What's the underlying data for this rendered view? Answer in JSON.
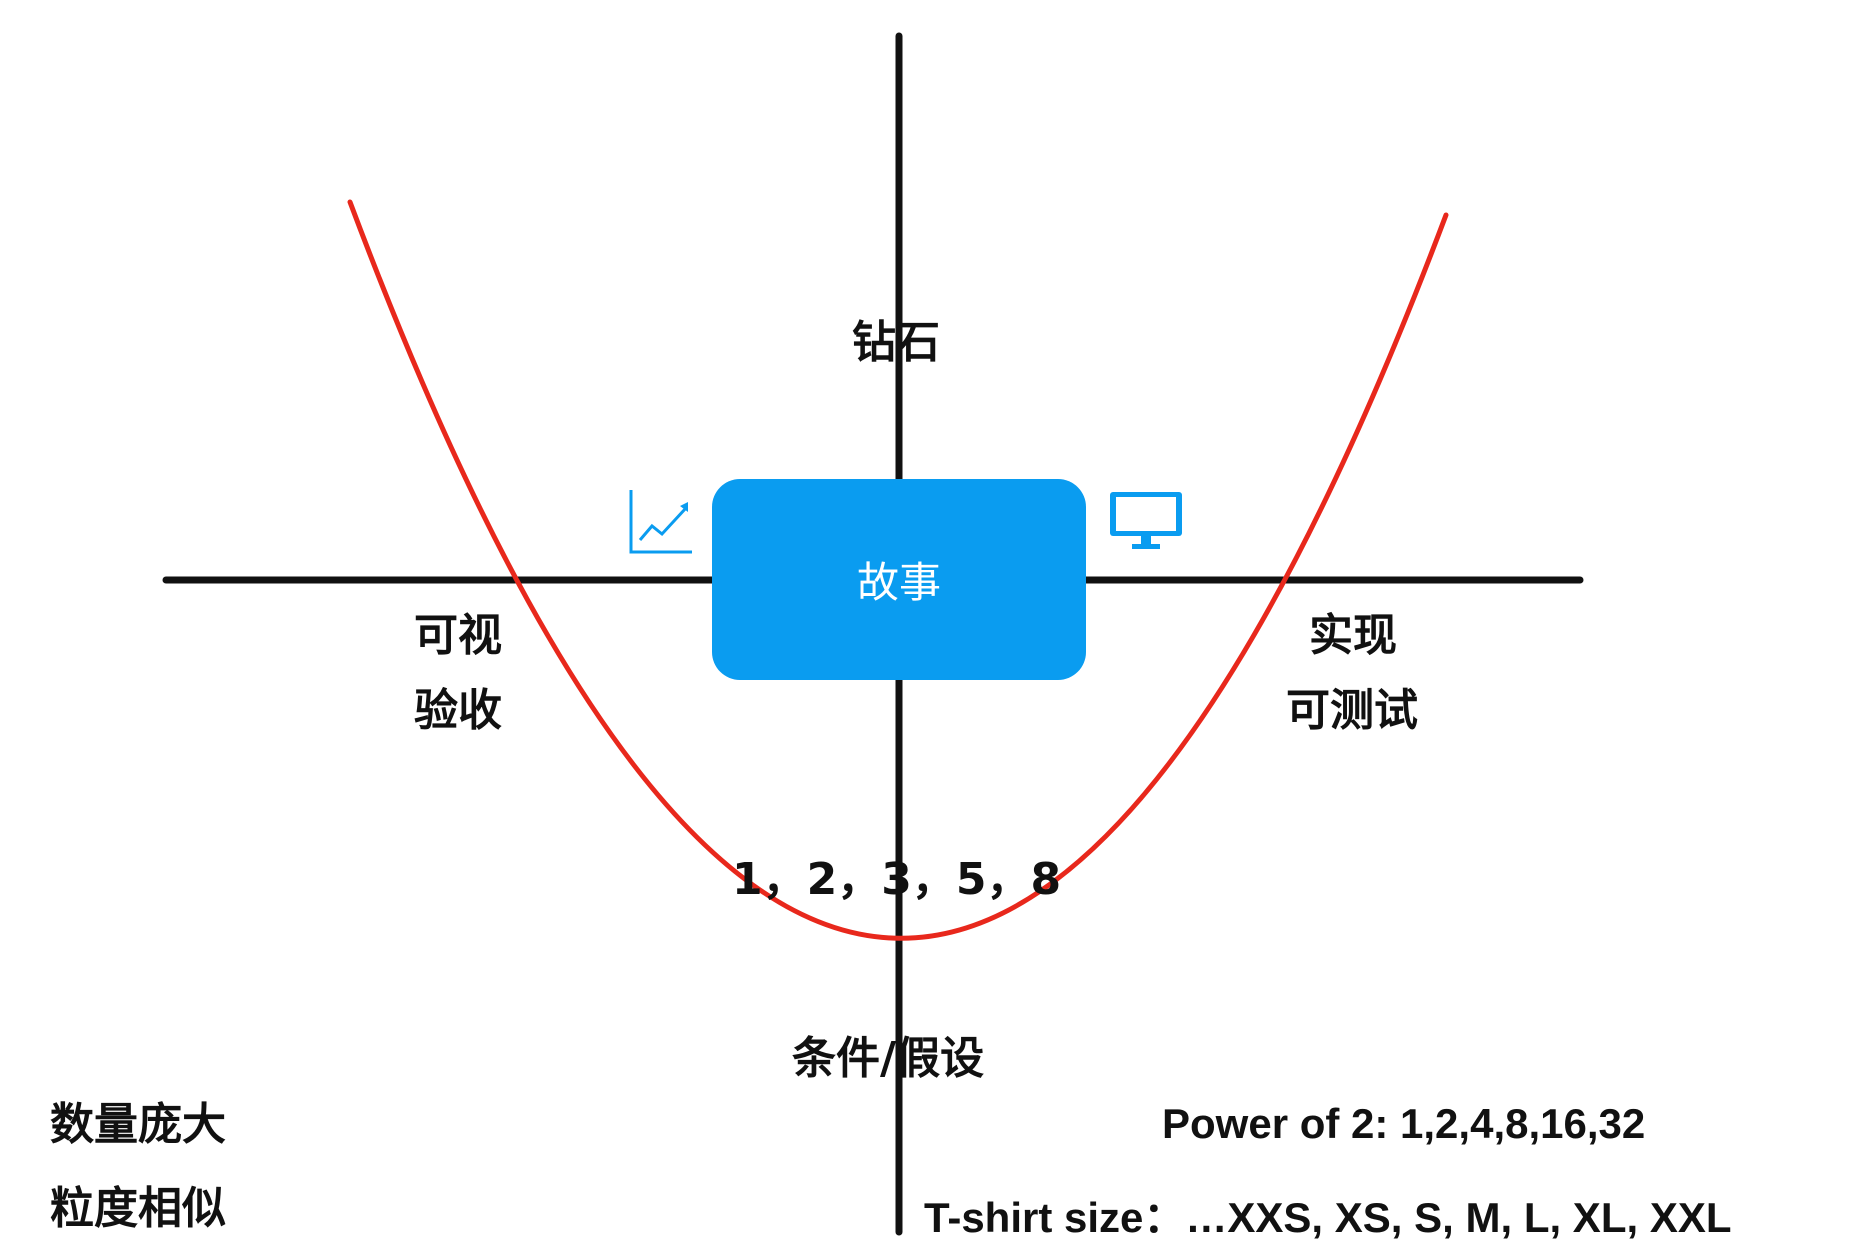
{
  "diagram": {
    "center_label": "故事",
    "top_label": "钻石",
    "left_label": [
      "可视",
      "验收"
    ],
    "right_label": [
      "实现",
      "可测试"
    ],
    "sequence": "1，2，3，5，8",
    "bottom_label": "条件/假设",
    "bottom_left_notes": [
      "数量庞大",
      "粒度相似"
    ],
    "estimate_power": "Power of 2: 1,2,4,8,16,32",
    "estimate_tshirt": "T-shirt size：…XXS, XS, S, M, L, XL, XXL"
  },
  "icons": {
    "left": "line-chart-icon",
    "right": "monitor-icon"
  },
  "colors": {
    "axis": "#111111",
    "curve": "#e8281c",
    "box": "#0a9cf0",
    "box_text": "#ffffff"
  }
}
